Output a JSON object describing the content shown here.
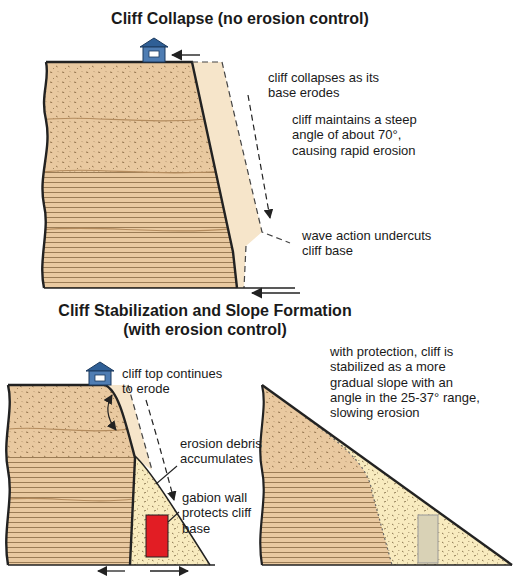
{
  "diagram": {
    "labels": [
      "Cliff Collapse (no erosion control)",
      "cliff collapses as its base erodes",
      "cliff maintains a steep angle of about 70°, causing rapid erosion",
      "wave action undercuts cliff base",
      "Cliff Stabilization and Slope Formation (with erosion control)",
      "cliff top continues to erode",
      "erosion debris accumulates",
      "gabion wall protects cliff base",
      "with protection, cliff is stabilized as a more gradual slope with an angle in the 25-37° range, slowing erosion"
    ]
  }
}
